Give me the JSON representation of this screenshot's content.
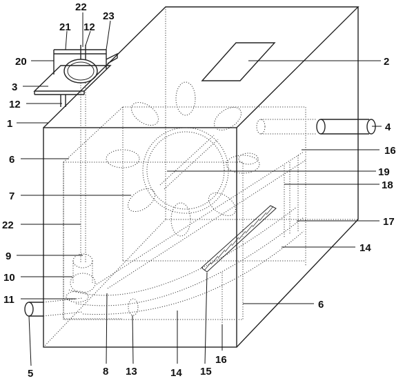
{
  "figure": {
    "labels": {
      "l1": "1",
      "l2": "2",
      "l3": "3",
      "l4": "4",
      "l5": "5",
      "l6a": "6",
      "l6b": "6",
      "l7": "7",
      "l8": "8",
      "l9": "9",
      "l10": "10",
      "l11": "11",
      "l12a": "12",
      "l12b": "12",
      "l13": "13",
      "l14a": "14",
      "l14b": "14",
      "l15": "15",
      "l16a": "16",
      "l16b": "16",
      "l17": "17",
      "l18": "18",
      "l19": "19",
      "l20": "20",
      "l21": "21",
      "l22a": "22",
      "l22b": "22",
      "l23": "23"
    }
  }
}
